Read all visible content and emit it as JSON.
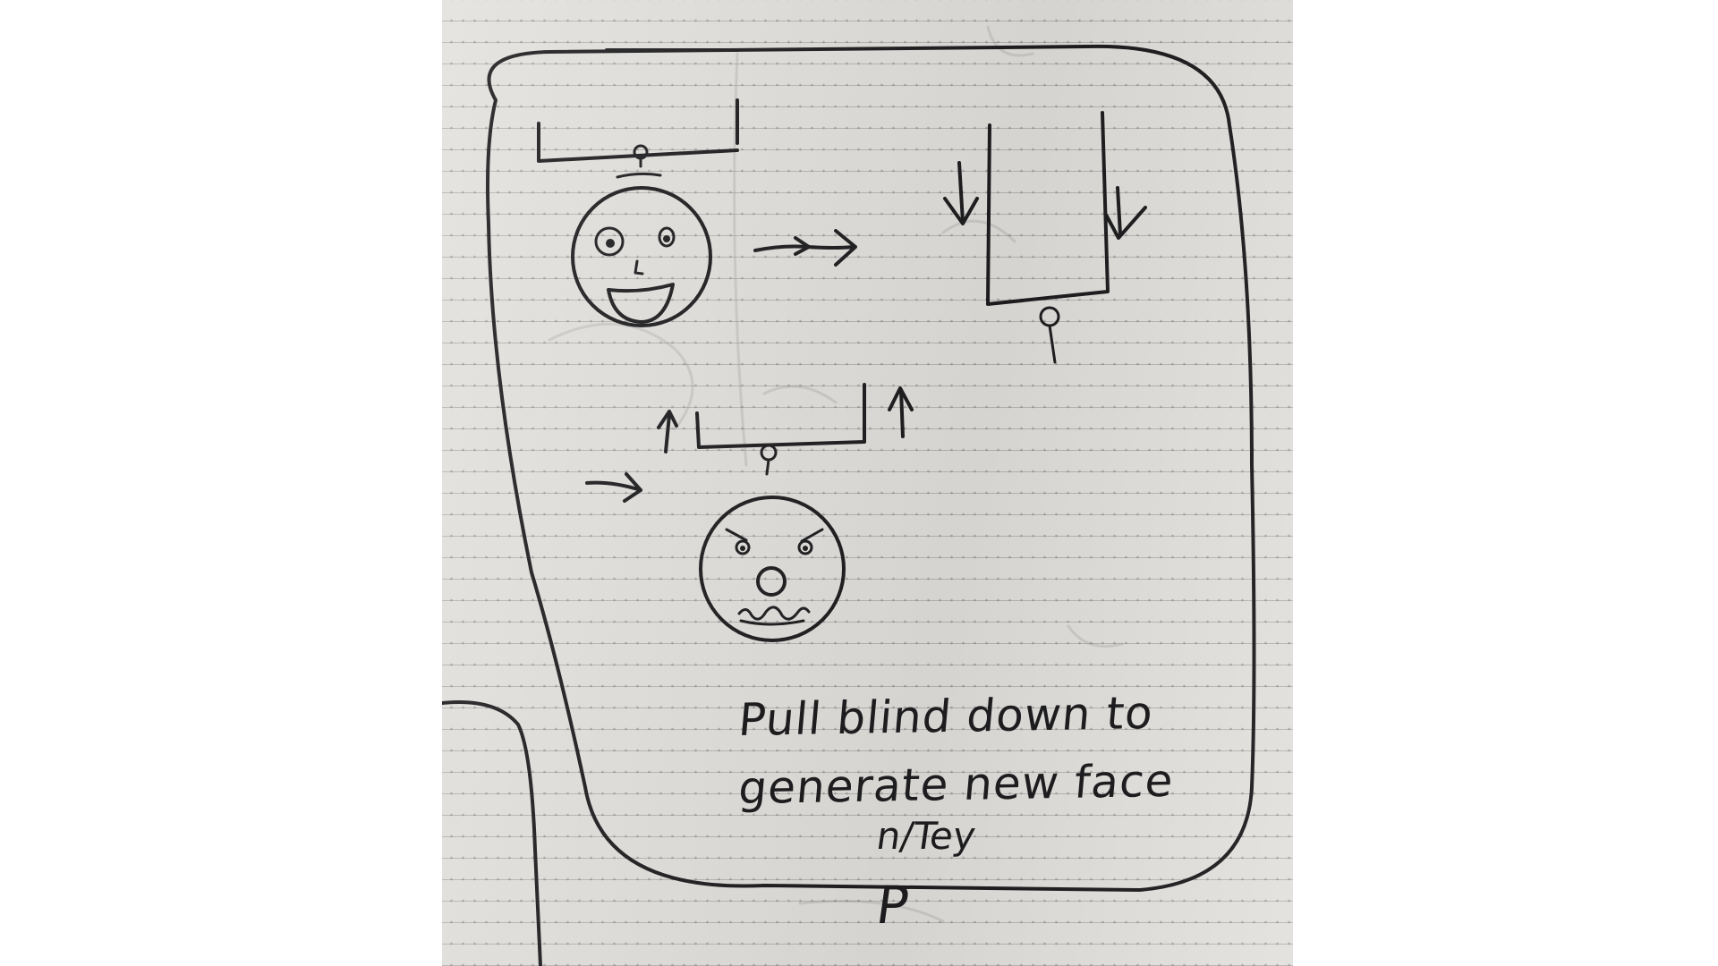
{
  "caption": {
    "line1": "Pull blind down to",
    "line2": "generate new face"
  },
  "offpage_notes": {
    "line1": "n/Tey",
    "line2": "P"
  },
  "colors": {
    "ink": "#1d1d1f",
    "paper": "#e3e1dd",
    "ruled_line": "#969696"
  }
}
